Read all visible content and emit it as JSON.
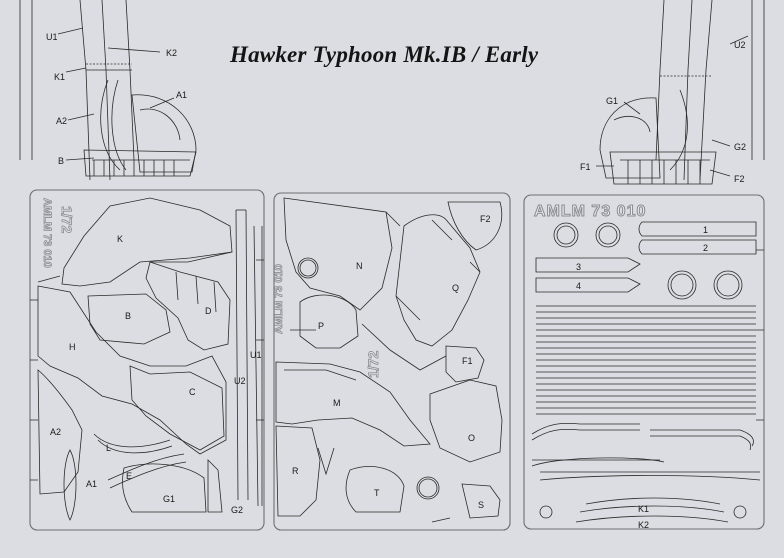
{
  "title": "Hawker Typhoon Mk.IB / Early",
  "callouts": {
    "left": [
      "U1",
      "K2",
      "K1",
      "A1",
      "A2",
      "B"
    ],
    "right": [
      "U2",
      "G1",
      "G2",
      "F1",
      "F2"
    ]
  },
  "frets": {
    "fret1": {
      "code": "AMLM 73 010",
      "scale": "1/72",
      "parts": [
        "K",
        "B",
        "D",
        "H",
        "U1",
        "U2",
        "C",
        "A2",
        "L",
        "E",
        "A1",
        "G1",
        "G2"
      ]
    },
    "fret2": {
      "code": "AMLM 73 010",
      "scale": "1/72",
      "parts": [
        "F2",
        "N",
        "Q",
        "P",
        "F1",
        "M",
        "O",
        "R",
        "T",
        "S"
      ]
    },
    "fret3": {
      "code": "AMLM 73 010",
      "strips": [
        "1",
        "2",
        "3",
        "4"
      ],
      "bottom_parts": [
        "K1",
        "K2"
      ]
    }
  },
  "colors": {
    "paper": "#dcdde2",
    "line": "#2a2a2a",
    "fret_edge": "#6d6e73"
  }
}
